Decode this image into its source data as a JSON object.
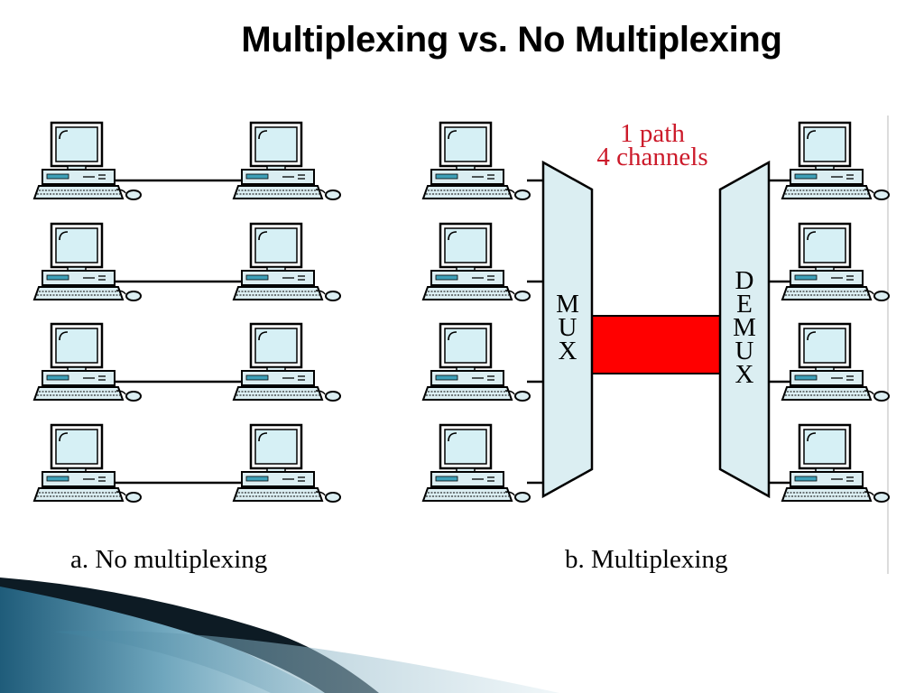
{
  "title": "Multiplexing vs. No Multiplexing",
  "panels": {
    "no_multiplexing": {
      "caption": "a. No multiplexing",
      "pairs": 4
    },
    "multiplexing": {
      "caption": "b. Multiplexing",
      "mux_label": [
        "M",
        "U",
        "X"
      ],
      "demux_label": [
        "D",
        "E",
        "M",
        "U",
        "X"
      ],
      "path_label_line1": "1 path",
      "path_label_line2": "4 channels",
      "senders": 4,
      "receivers": 4
    }
  },
  "colors": {
    "path": "#ff0000",
    "path_label": "#cc1a2a",
    "device_fill": "#dbeef2",
    "screen_fill": "#d6f0f5",
    "outline": "#000000",
    "accent": "#3ea0b8"
  },
  "icons": {
    "computer": "desktop-computer-icon"
  }
}
